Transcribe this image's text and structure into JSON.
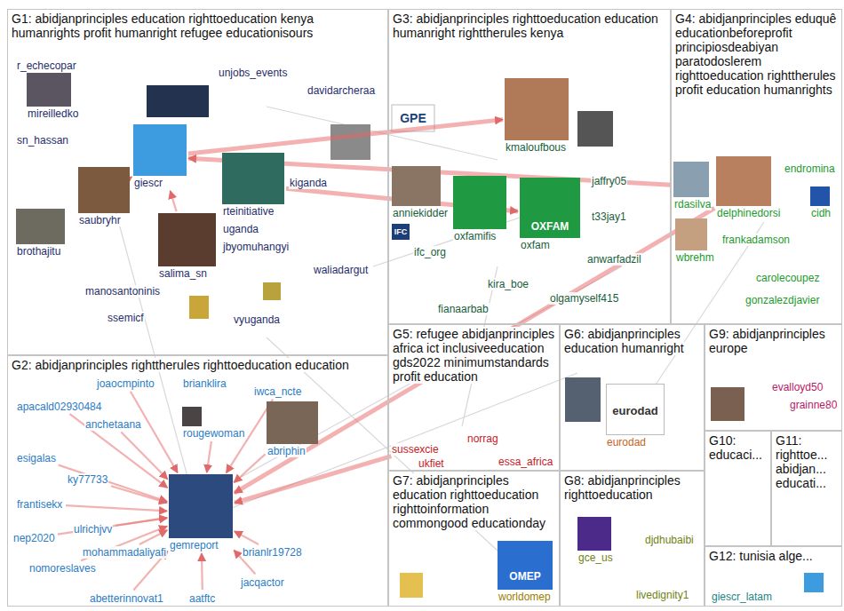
{
  "diagram": {
    "nodes": [
      {
        "text": [
          "G1: abidjanprinciples education righttoeducation kenya humanrights profit humanright refugee educationisours"
        ]
      },
      {
        "text": [
          "r_echecopar"
        ],
        "in": 0
      },
      {
        "text": [
          "mireilledko"
        ],
        "in": 0
      },
      {
        "text": [
          "sn_hassan"
        ],
        "in": 0
      },
      {
        "text": [
          "unjobs_events"
        ],
        "in": 0
      },
      {
        "text": [
          "davidarcheraa"
        ],
        "in": 0
      },
      {
        "text": [
          "giescr"
        ],
        "in": 0
      },
      {
        "text": [
          "kiganda"
        ],
        "in": 0
      },
      {
        "text": [
          "saubryhr"
        ],
        "in": 0
      },
      {
        "text": [
          "rteinitiative"
        ],
        "in": 0
      },
      {
        "text": [
          "uganda"
        ],
        "in": 0
      },
      {
        "text": [
          "jbyomuhangyi"
        ],
        "in": 0
      },
      {
        "text": [
          "brothajitu"
        ],
        "in": 0
      },
      {
        "text": [
          "salima_sn"
        ],
        "in": 0
      },
      {
        "text": [
          "waliadargut"
        ],
        "in": 0
      },
      {
        "text": [
          "manosantoninis"
        ],
        "in": 0
      },
      {
        "text": [
          "ssemicf"
        ],
        "in": 0
      },
      {
        "text": [
          "vyuganda"
        ],
        "in": 0
      },
      {
        "text": [
          "G2: abidjanprinciples righttherules righttoeducation education"
        ]
      },
      {
        "text": [
          "brianklira"
        ],
        "in": 18
      },
      {
        "text": [
          "joaocmpinto"
        ],
        "in": 18
      },
      {
        "text": [
          "iwca_ncte"
        ],
        "in": 18
      },
      {
        "text": [
          "apacald02930484"
        ],
        "in": 18
      },
      {
        "text": [
          "anchetaana"
        ],
        "in": 18
      },
      {
        "text": [
          "rougewoman"
        ],
        "in": 18
      },
      {
        "text": [
          "abriphin"
        ],
        "in": 18
      },
      {
        "text": [
          "esigalas"
        ],
        "in": 18
      },
      {
        "text": [
          "ky77733"
        ],
        "in": 18
      },
      {
        "text": [
          "frantisekx"
        ],
        "in": 18
      },
      {
        "text": [
          "ulrichjvv"
        ],
        "in": 18
      },
      {
        "text": [
          "nep2020"
        ],
        "in": 18
      },
      {
        "text": [
          "gemreport"
        ],
        "in": 18
      },
      {
        "text": [
          "mohammadaliyafi"
        ],
        "in": 18
      },
      {
        "text": [
          "brianlr19728"
        ],
        "in": 18
      },
      {
        "text": [
          "nomoreslaves"
        ],
        "in": 18
      },
      {
        "text": [
          "jacqactor"
        ],
        "in": 18
      },
      {
        "text": [
          "abetterinnovat1"
        ],
        "in": 18
      },
      {
        "text": [
          "aatftc"
        ],
        "in": 18
      },
      {
        "text": [
          "G3: abidjanprinciples righttoeducation education humanright righttherules kenya"
        ]
      },
      {
        "text": [
          "kmaloufbous"
        ],
        "in": 38
      },
      {
        "text": [
          "jaffry05"
        ],
        "in": 38
      },
      {
        "text": [
          "anniekidder"
        ],
        "in": 38
      },
      {
        "text": [
          "t33jay1"
        ],
        "in": 38
      },
      {
        "text": [
          "oxfamifis"
        ],
        "in": 38
      },
      {
        "text": [
          "ifc_org"
        ],
        "in": 38
      },
      {
        "text": [
          "oxfam"
        ],
        "in": 38
      },
      {
        "text": [
          "anwarfadzil"
        ],
        "in": 38
      },
      {
        "text": [
          "kira_boe"
        ],
        "in": 38
      },
      {
        "text": [
          "olgamyself415"
        ],
        "in": 38
      },
      {
        "text": [
          "fianaarbab"
        ],
        "in": 38
      },
      {
        "text": [
          "G4: abidjanprinciples eduquê educationbeforeprofit principiosdeabiyan paratodoslerem righttoeducation righttherules profit education humanrights"
        ]
      },
      {
        "text": [
          "rdasilva"
        ],
        "in": 50
      },
      {
        "text": [
          "endromina"
        ],
        "in": 50
      },
      {
        "text": [
          "delphinedorsi"
        ],
        "in": 50
      },
      {
        "text": [
          "cidh"
        ],
        "in": 50
      },
      {
        "text": [
          "wbrehm"
        ],
        "in": 50
      },
      {
        "text": [
          "frankadamson"
        ],
        "in": 50
      },
      {
        "text": [
          "carolecoupez"
        ],
        "in": 50
      },
      {
        "text": [
          "gonzalezdjavier"
        ],
        "in": 50
      },
      {
        "text": [
          "G5: refugee abidjanprinciples africa ict inclusiveeducation gds2022 minimumstandards profit education"
        ]
      },
      {
        "text": [
          "norrag"
        ],
        "in": 59
      },
      {
        "text": [
          "sussexcie"
        ],
        "in": 59
      },
      {
        "text": [
          "essa_africa"
        ],
        "in": 59
      },
      {
        "text": [
          "ukfiet"
        ],
        "in": 59
      },
      {
        "text": [
          "G6: abidjanprinciples education humanright"
        ]
      },
      {
        "text": [
          "eurodad"
        ],
        "in": 64
      },
      {
        "text": [
          "G9: abidjanprinciples europe"
        ]
      },
      {
        "text": [
          "evalloyd50"
        ],
        "in": 66
      },
      {
        "text": [
          "grainne80"
        ],
        "in": 66
      },
      {
        "text": [
          "G10: educaci..."
        ]
      },
      {
        "text": [
          "G11: righttoe... abidjan... educati..."
        ]
      },
      {
        "text": [
          "G7: abidjanprinciples education righttoeducation righttoinformation commongood educationday"
        ]
      },
      {
        "text": [
          "worldomep"
        ],
        "in": 71
      },
      {
        "text": [
          "G8: abidjanprinciples righttoeducation"
        ]
      },
      {
        "text": [
          "djdhubaibi"
        ],
        "in": 73
      },
      {
        "text": [
          "gce_us"
        ],
        "in": 73
      },
      {
        "text": [
          "livedignity1"
        ],
        "in": 73
      },
      {
        "text": [
          "G12: tunisia alge..."
        ]
      },
      {
        "text": [
          "giescr_latam"
        ],
        "in": 77
      }
    ],
    "edges": [
      {
        "from": 20,
        "to": 31,
        "arrow": "to"
      },
      {
        "from": 22,
        "to": 31,
        "arrow": "to"
      },
      {
        "from": 23,
        "to": 31,
        "arrow": "to"
      },
      {
        "from": 24,
        "to": 31,
        "arrow": "to"
      },
      {
        "from": 25,
        "to": 31,
        "arrow": "to"
      },
      {
        "from": 26,
        "to": 31,
        "arrow": "to"
      },
      {
        "from": 27,
        "to": 31,
        "arrow": "to"
      },
      {
        "from": 28,
        "to": 31,
        "arrow": "to"
      },
      {
        "from": 29,
        "to": 31,
        "arrow": "to"
      },
      {
        "from": 30,
        "to": 31,
        "arrow": "to"
      },
      {
        "from": 32,
        "to": 31,
        "arrow": "to"
      },
      {
        "from": 33,
        "to": 31,
        "arrow": "to"
      },
      {
        "from": 34,
        "to": 31,
        "arrow": "to"
      },
      {
        "from": 35,
        "to": 31,
        "arrow": "to"
      },
      {
        "from": 36,
        "to": 31,
        "arrow": "to"
      },
      {
        "from": 37,
        "to": 31,
        "arrow": "to"
      },
      {
        "from": 21,
        "to": 31,
        "arrow": "to"
      },
      {
        "from": 61,
        "to": 31,
        "arrow": "to"
      },
      {
        "from": 53,
        "to": 31,
        "arrow": "to"
      },
      {
        "from": 6,
        "to": 39,
        "arrow": "to"
      },
      {
        "from": 9,
        "to": 45,
        "arrow": "to"
      },
      {
        "from": 51,
        "to": 6,
        "arrow": "to"
      },
      {
        "from": 8,
        "to": 6,
        "arrow": "to"
      },
      {
        "from": 13,
        "to": 6,
        "arrow": "to"
      }
    ],
    "labels": [
      "GPE",
      "OXFAM",
      "IFC",
      "eurodad",
      "OMEP"
    ]
  }
}
